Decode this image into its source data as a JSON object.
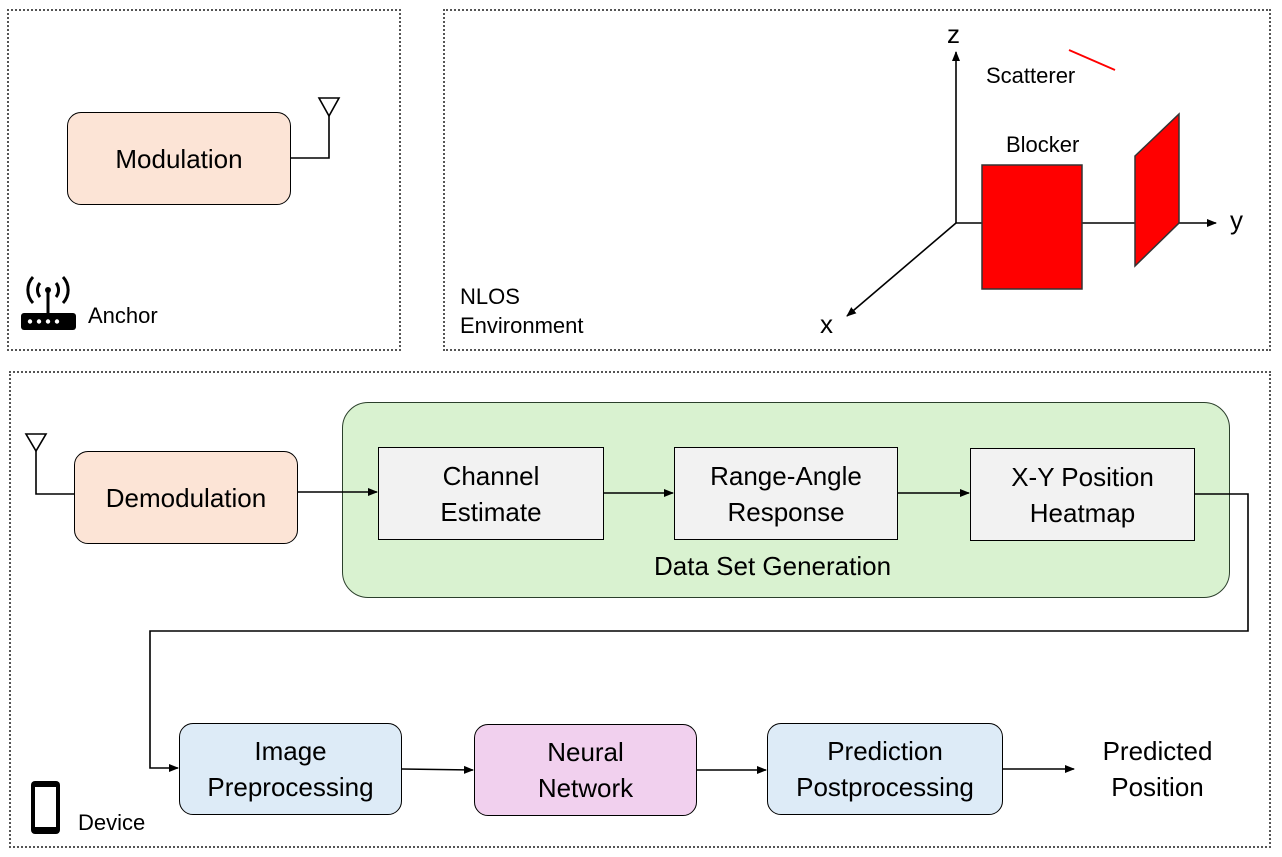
{
  "anchor_panel": {
    "modulation_label": "Modulation",
    "caption": "Anchor"
  },
  "nlos_panel": {
    "caption_line1": "NLOS",
    "caption_line2": "Environment",
    "axis_x": "x",
    "axis_y": "y",
    "axis_z": "z",
    "scatterer": "Scatterer",
    "blocker": "Blocker",
    "object_color": "#ff0000"
  },
  "device_panel": {
    "caption": "Device",
    "demodulation_label": "Demodulation",
    "data_set_generation": "Data Set Generation",
    "channel_estimate": [
      "Channel",
      "Estimate"
    ],
    "range_angle": [
      "Range-Angle",
      "Response"
    ],
    "xy_heatmap": [
      "X-Y Position",
      "Heatmap"
    ],
    "image_preprocessing": [
      "Image",
      "Preprocessing"
    ],
    "neural_network": [
      "Neural",
      "Network"
    ],
    "prediction_postprocessing": [
      "Prediction",
      "Postprocessing"
    ],
    "predicted_position": [
      "Predicted",
      "Position"
    ]
  }
}
